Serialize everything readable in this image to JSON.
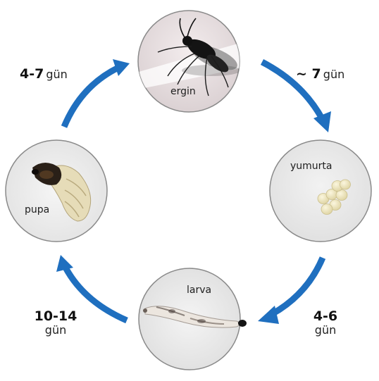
{
  "stages": {
    "adult": {
      "label": "ergin"
    },
    "egg": {
      "label": "yumurta"
    },
    "larva": {
      "label": "larva"
    },
    "pupa": {
      "label": "pupa"
    }
  },
  "durations": {
    "adult_to_egg": {
      "prefix": "~ ",
      "number": "7",
      "unit": "gün"
    },
    "egg_to_larva": {
      "number": "4-6",
      "unit": "gün"
    },
    "larva_to_pupa": {
      "number": "10-14",
      "unit": "gün"
    },
    "pupa_to_adult": {
      "number": "4-7",
      "unit": "gün"
    }
  },
  "colors": {
    "arrow": "#1f6fbf",
    "circle_stroke": "#8a8a8a",
    "circle_fill": "#ececec"
  }
}
